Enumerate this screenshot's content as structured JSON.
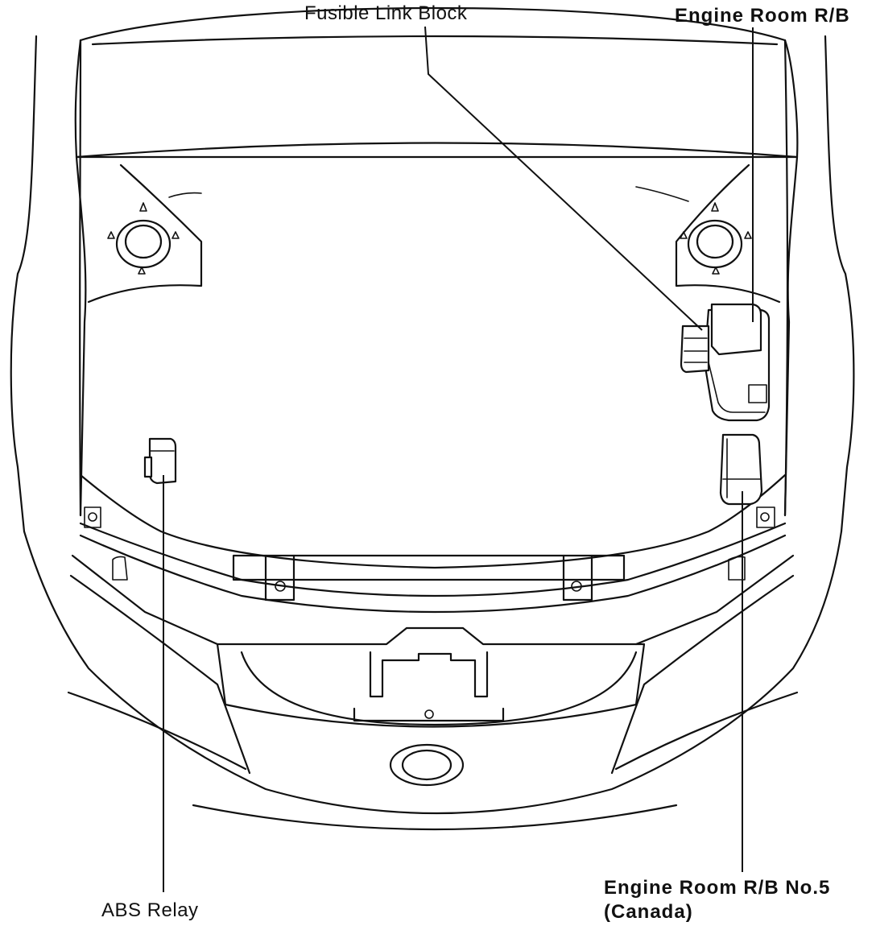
{
  "labels": {
    "fusible_link_block": "Fusible Link Block",
    "engine_room_rb": "Engine Room R/B",
    "abs_relay": "ABS Relay",
    "engine_room_rb_no5": "Engine Room R/B No.5",
    "canada_note": "(Canada)"
  },
  "colors": {
    "line": "#111111",
    "background": "#ffffff"
  }
}
